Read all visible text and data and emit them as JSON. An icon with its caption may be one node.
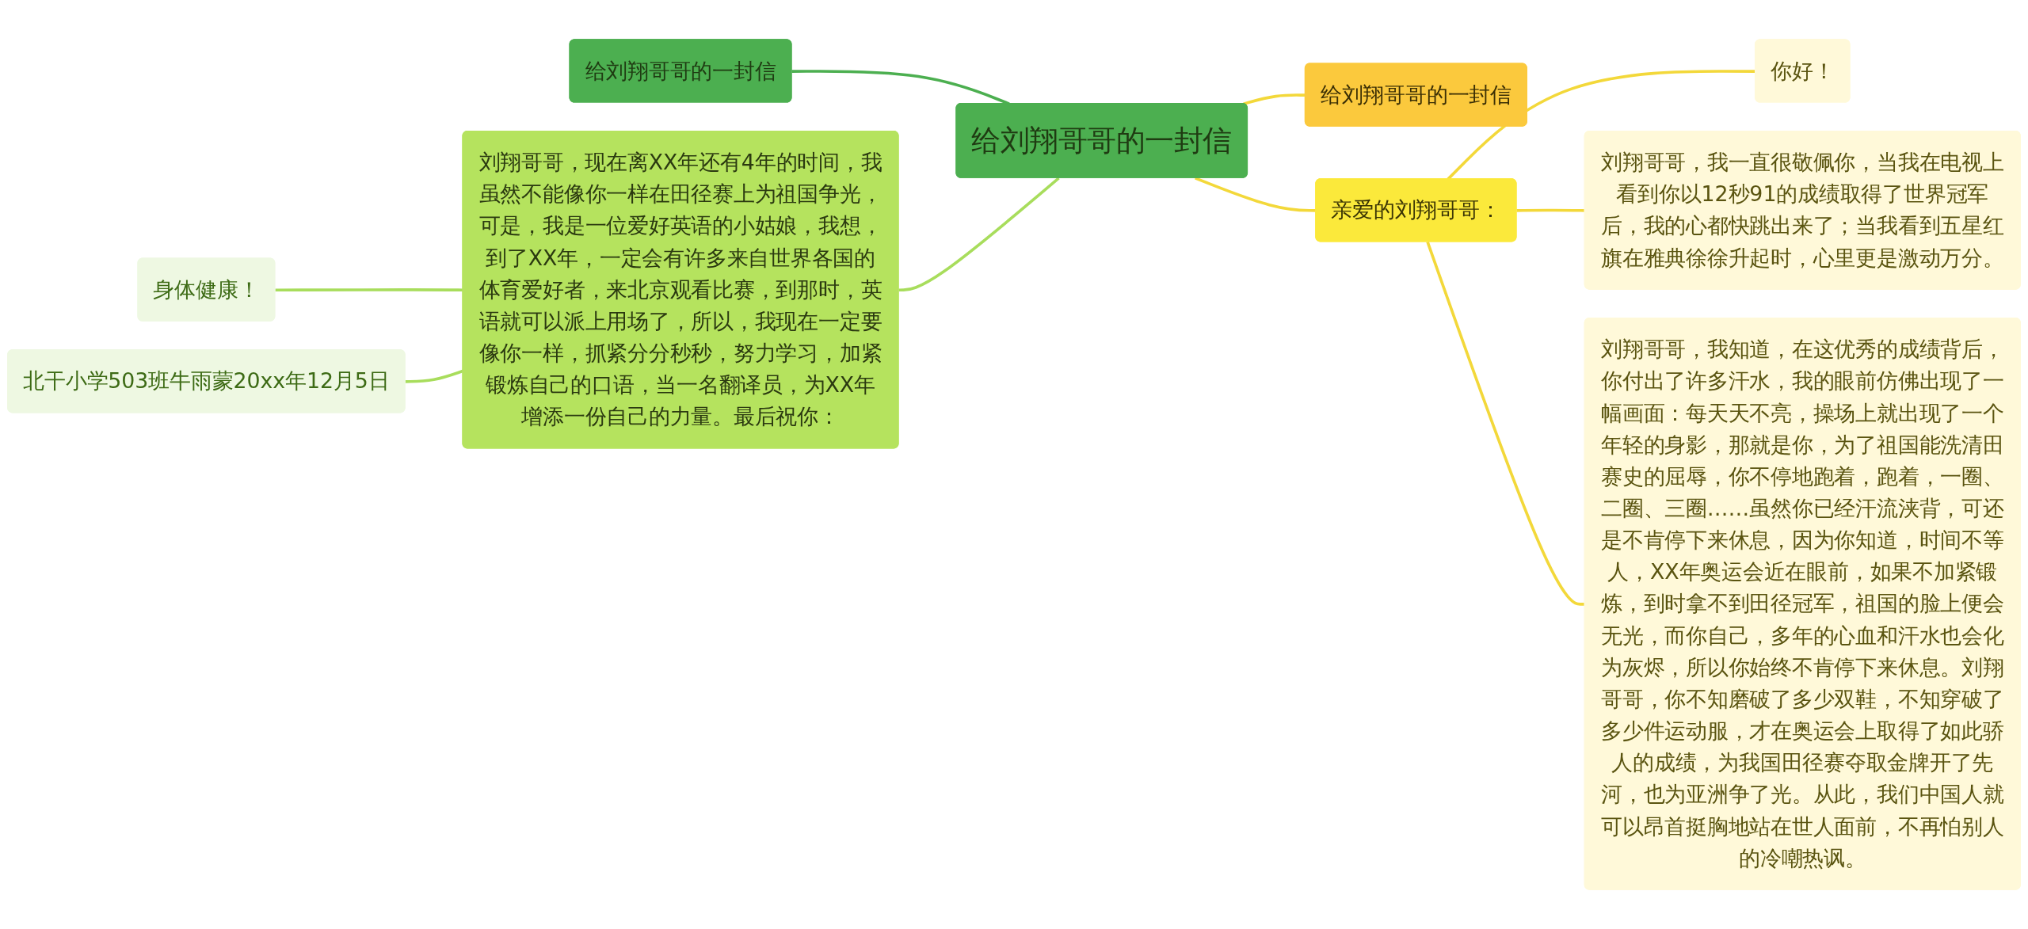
{
  "diagram": {
    "nodes": [
      {
        "text": [
          "给刘翔哥哥的一封信"
        ]
      },
      {
        "text": [
          "给刘翔哥哥的一封信"
        ]
      },
      {
        "text": [
          "刘翔哥哥，现在离XX年还有4年的时间，我虽然不能像你一样在田径赛上为祖国争光，可是，我是一位爱好英语的小姑娘，我想，到了XX年，一定会有许多来自世界各国的体育爱好者，来北京观看比赛，到那时，英语就可以派上用场了，所以，我现在一定要像你一样，抓紧分分秒秒，努力学习，加紧锻炼自己的口语，当一名翻译员，为XX年增添一份自己的力量。最后祝你："
        ]
      },
      {
        "text": [
          "身体健康！"
        ]
      },
      {
        "text": [
          "北干小学503班牛雨蒙20xx年12月5日"
        ]
      },
      {
        "text": [
          "给刘翔哥哥的一封信"
        ]
      },
      {
        "text": [
          "亲爱的刘翔哥哥："
        ]
      },
      {
        "text": [
          "你好！"
        ]
      },
      {
        "text": [
          "刘翔哥哥，我一直很敬佩你，当我在电视上看到你以12秒91的成绩取得了世界冠军后，我的心都快跳出来了；当我看到五星红旗在雅典徐徐升起时，心里更是激动万分。"
        ]
      },
      {
        "text": [
          "刘翔哥哥，我知道，在这优秀的成绩背后，你付出了许多汗水，我的眼前仿佛出现了一幅画面：每天天不亮，操场上就出现了一个年轻的身影，那就是你，为了祖国能洗清田赛史的屈辱，你不停地跑着，跑着，一圈、二圈、三圈……虽然你已经汗流浃背，可还是不肯停下来休息，因为你知道，时间不等人，XX年奥运会近在眼前，如果不加紧锻炼，到时拿不到田径冠军，祖国的脸上便会无光，而你自己，多年的心血和汗水也会化为灰烬，所以你始终不肯停下来休息。刘翔哥哥，你不知磨破了多少双鞋，不知穿破了多少件运动服，才在奥运会上取得了如此骄人的成绩，为我国田径赛夺取金牌开了先河，也为亚洲争了光。从此，我们中国人就可以昂首挺胸地站在世人面前，不再怕别人的冷嘲热讽。"
        ]
      }
    ],
    "edges": [
      {
        "from": 1,
        "to": 0,
        "arrow": "none",
        "color": "#4caf50"
      },
      {
        "from": 2,
        "to": 0,
        "arrow": "none",
        "color": "#a8dd5c"
      },
      {
        "from": 3,
        "to": 2,
        "arrow": "none",
        "color": "#a8dd5c"
      },
      {
        "from": 4,
        "to": 2,
        "arrow": "none",
        "color": "#a8dd5c"
      },
      {
        "from": 0,
        "to": 5,
        "arrow": "none"
      },
      {
        "from": 0,
        "to": 6,
        "arrow": "none"
      },
      {
        "from": 6,
        "to": 7,
        "arrow": "none"
      },
      {
        "from": 6,
        "to": 8,
        "arrow": "none"
      },
      {
        "from": 6,
        "to": 9,
        "arrow": "none"
      }
    ]
  }
}
